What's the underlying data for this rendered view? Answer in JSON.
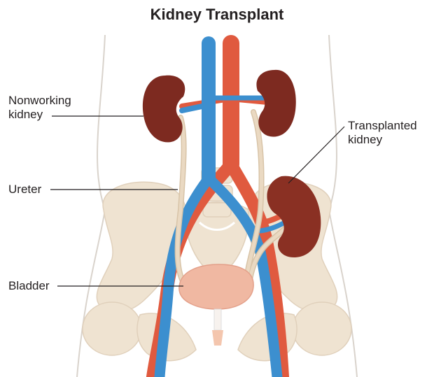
{
  "title": "Kidney Transplant",
  "labels": {
    "nonworking_line1": "Nonworking",
    "nonworking_line2": "kidney",
    "transplanted_line1": "Transplanted",
    "transplanted_line2": "kidney",
    "ureter": "Ureter",
    "bladder": "Bladder"
  },
  "colors": {
    "kidney": "#7d2a20",
    "artery": "#e05a3f",
    "vein": "#3c8fcf",
    "ureter": "#ead9c2",
    "bladder": "#f0b8a2",
    "bone": "#efe3d1",
    "body_outline": "#d9d3cc",
    "leader_line": "#231f20"
  }
}
